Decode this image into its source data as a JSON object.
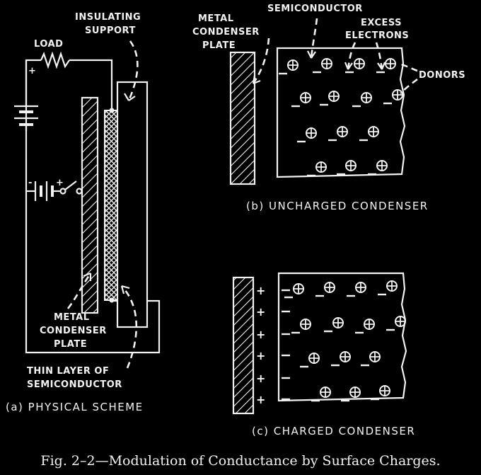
{
  "panel_a": {
    "label_load": "LOAD",
    "label_insulating_support_1": "INSULATING",
    "label_insulating_support_2": "SUPPORT",
    "label_metal_plate_1": "METAL",
    "label_metal_plate_2": "CONDENSER",
    "label_metal_plate_3": "PLATE",
    "label_thin_layer_1": "THIN LAYER OF",
    "label_thin_layer_2": "SEMICONDUCTOR",
    "subtitle": "(a)  PHYSICAL SCHEME",
    "plus_sign": "+"
  },
  "panel_b": {
    "label_semiconductor": "SEMICONDUCTOR",
    "label_metal_plate_1": "METAL",
    "label_metal_plate_2": "CONDENSER",
    "label_metal_plate_3": "PLATE",
    "label_excess_electrons_1": "EXCESS",
    "label_excess_electrons_2": "ELECTRONS",
    "label_donors": "DONORS",
    "subtitle": "(b)  UNCHARGED  CONDENSER",
    "donor_symbol": "⊕",
    "electron_symbol": "_"
  },
  "panel_c": {
    "subtitle": "(c)  CHARGED  CONDENSER",
    "plate_charge": "+",
    "surface_charge": "−"
  },
  "caption": "Fig. 2–2—Modulation of Conductance by Surface Charges."
}
